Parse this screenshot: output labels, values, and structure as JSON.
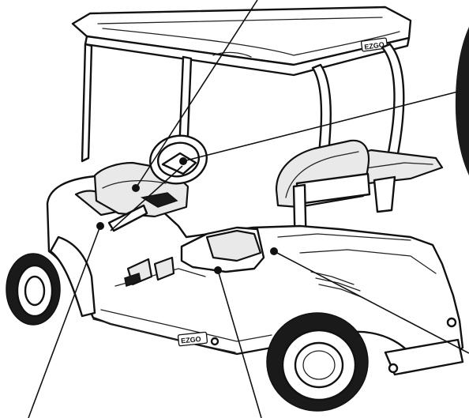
{
  "brand_mark": "EZGO",
  "colors": {
    "line": "#111111",
    "panel": "#e9e9e9",
    "background": "#ffffff"
  },
  "callouts": [
    {
      "name": "steering-wheel-callout"
    },
    {
      "name": "dash-panel-callout"
    },
    {
      "name": "front-cowl-callout"
    },
    {
      "name": "floor-mat-callout"
    },
    {
      "name": "rear-body-callout"
    },
    {
      "name": "seat-pod-callout"
    },
    {
      "name": "side-panel-callout"
    }
  ]
}
